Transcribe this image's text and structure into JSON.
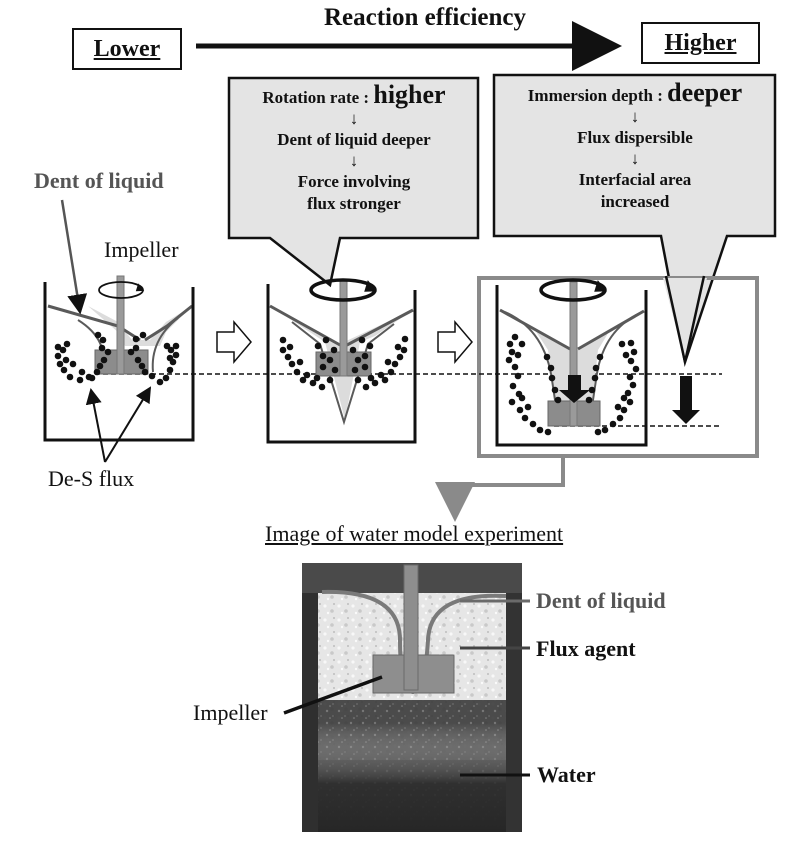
{
  "header": {
    "title": "Reaction efficiency",
    "scale_low": "Lower",
    "scale_high": "Higher"
  },
  "callouts": [
    {
      "lead": "Rotation rate : ",
      "emphasis": "higher",
      "steps": [
        "Dent of liquid deeper",
        "Force involving",
        "flux stronger"
      ],
      "arrow_glyph": "↓"
    },
    {
      "lead": "Immersion depth : ",
      "emphasis": "deeper",
      "steps": [
        "Flux dispersible",
        "Interfacial area",
        "increased"
      ],
      "arrow_glyph": "↓"
    }
  ],
  "vessel_labels": {
    "dent": "Dent of liquid",
    "impeller": "Impeller",
    "flux": "De-S flux"
  },
  "photo": {
    "title": "Image of water model experiment",
    "labels": {
      "dent": "Dent of liquid",
      "flux_agent": "Flux agent",
      "impeller": "Impeller",
      "water": "Water"
    }
  },
  "colors": {
    "callout_fill": "#e4e4e4",
    "vessel_stroke": "#111111",
    "dent_stroke": "#5a5a5a",
    "dent_fill": "#dcdcdc",
    "impeller_fill": "#8c8c8c",
    "shaft_fill": "#9a9a9a",
    "frame_stroke": "#8a8a8a"
  }
}
